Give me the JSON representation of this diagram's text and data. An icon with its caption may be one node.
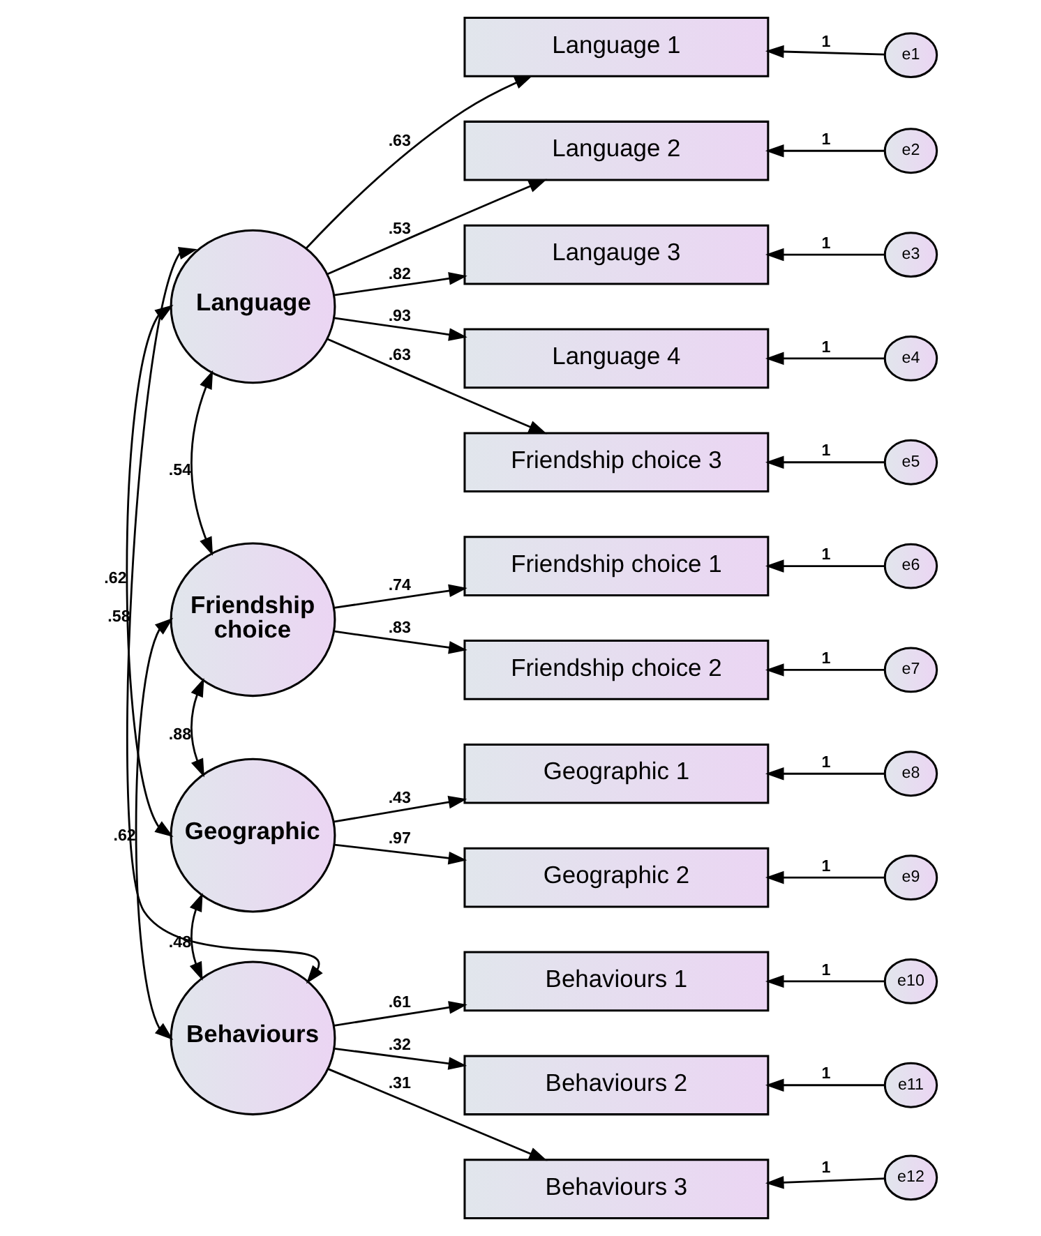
{
  "diagram": {
    "nodes": [
      {
        "text": [
          "Language"
        ]
      },
      {
        "text": [
          "Friendship choice"
        ]
      },
      {
        "text": [
          "Geographic"
        ]
      },
      {
        "text": [
          "Behaviours"
        ]
      },
      {
        "text": [
          "Language 1"
        ]
      },
      {
        "text": [
          "Language 2"
        ]
      },
      {
        "text": [
          "Langauge 3"
        ]
      },
      {
        "text": [
          "Language 4"
        ]
      },
      {
        "text": [
          "Friendship choice 3"
        ]
      },
      {
        "text": [
          "Friendship choice 1"
        ]
      },
      {
        "text": [
          "Friendship choice 2"
        ]
      },
      {
        "text": [
          "Geographic 1"
        ]
      },
      {
        "text": [
          "Geographic 2"
        ]
      },
      {
        "text": [
          "Behaviours 1"
        ]
      },
      {
        "text": [
          "Behaviours 2"
        ]
      },
      {
        "text": [
          "Behaviours 3"
        ]
      },
      {
        "text": [
          "e1"
        ]
      },
      {
        "text": [
          "e2"
        ]
      },
      {
        "text": [
          "e3"
        ]
      },
      {
        "text": [
          "e4"
        ]
      },
      {
        "text": [
          "e5"
        ]
      },
      {
        "text": [
          "e6"
        ]
      },
      {
        "text": [
          "e7"
        ]
      },
      {
        "text": [
          "e8"
        ]
      },
      {
        "text": [
          "e9"
        ]
      },
      {
        "text": [
          "e10"
        ]
      },
      {
        "text": [
          "e11"
        ]
      },
      {
        "text": [
          "e12"
        ]
      }
    ],
    "edges": [
      {
        "from": 0,
        "to": 4,
        "arrow": "to",
        "label": ".63"
      },
      {
        "from": 0,
        "to": 5,
        "arrow": "to",
        "label": ".53"
      },
      {
        "from": 0,
        "to": 6,
        "arrow": "to",
        "label": ".82"
      },
      {
        "from": 0,
        "to": 7,
        "arrow": "to",
        "label": ".93"
      },
      {
        "from": 0,
        "to": 8,
        "arrow": "to",
        "label": ".63"
      },
      {
        "from": 1,
        "to": 9,
        "arrow": "to",
        "label": ".74"
      },
      {
        "from": 1,
        "to": 10,
        "arrow": "to",
        "label": ".83"
      },
      {
        "from": 2,
        "to": 11,
        "arrow": "to",
        "label": ".43"
      },
      {
        "from": 2,
        "to": 12,
        "arrow": "to",
        "label": ".97"
      },
      {
        "from": 3,
        "to": 13,
        "arrow": "to",
        "label": ".61"
      },
      {
        "from": 3,
        "to": 14,
        "arrow": "to",
        "label": ".32"
      },
      {
        "from": 3,
        "to": 15,
        "arrow": "to",
        "label": ".31"
      },
      {
        "from": 16,
        "to": 4,
        "arrow": "to",
        "label": "1"
      },
      {
        "from": 17,
        "to": 5,
        "arrow": "to",
        "label": "1"
      },
      {
        "from": 18,
        "to": 6,
        "arrow": "to",
        "label": "1"
      },
      {
        "from": 19,
        "to": 7,
        "arrow": "to",
        "label": "1"
      },
      {
        "from": 20,
        "to": 8,
        "arrow": "to",
        "label": "1"
      },
      {
        "from": 21,
        "to": 9,
        "arrow": "to",
        "label": "1"
      },
      {
        "from": 22,
        "to": 10,
        "arrow": "to",
        "label": "1"
      },
      {
        "from": 23,
        "to": 11,
        "arrow": "to",
        "label": "1"
      },
      {
        "from": 24,
        "to": 12,
        "arrow": "to",
        "label": "1"
      },
      {
        "from": 25,
        "to": 13,
        "arrow": "to",
        "label": "1"
      },
      {
        "from": 26,
        "to": 14,
        "arrow": "to",
        "label": "1"
      },
      {
        "from": 27,
        "to": 15,
        "arrow": "to",
        "label": "1"
      },
      {
        "from": 0,
        "to": 1,
        "arrow": "both",
        "label": ".54"
      },
      {
        "from": 0,
        "to": 2,
        "arrow": "both",
        "label": ".62"
      },
      {
        "from": 0,
        "to": 3,
        "arrow": "both",
        "label": ".58"
      },
      {
        "from": 1,
        "to": 2,
        "arrow": "both",
        "label": ".88"
      },
      {
        "from": 1,
        "to": 3,
        "arrow": "both",
        "label": ".62"
      },
      {
        "from": 2,
        "to": 3,
        "arrow": "both",
        "label": ".48"
      }
    ]
  }
}
